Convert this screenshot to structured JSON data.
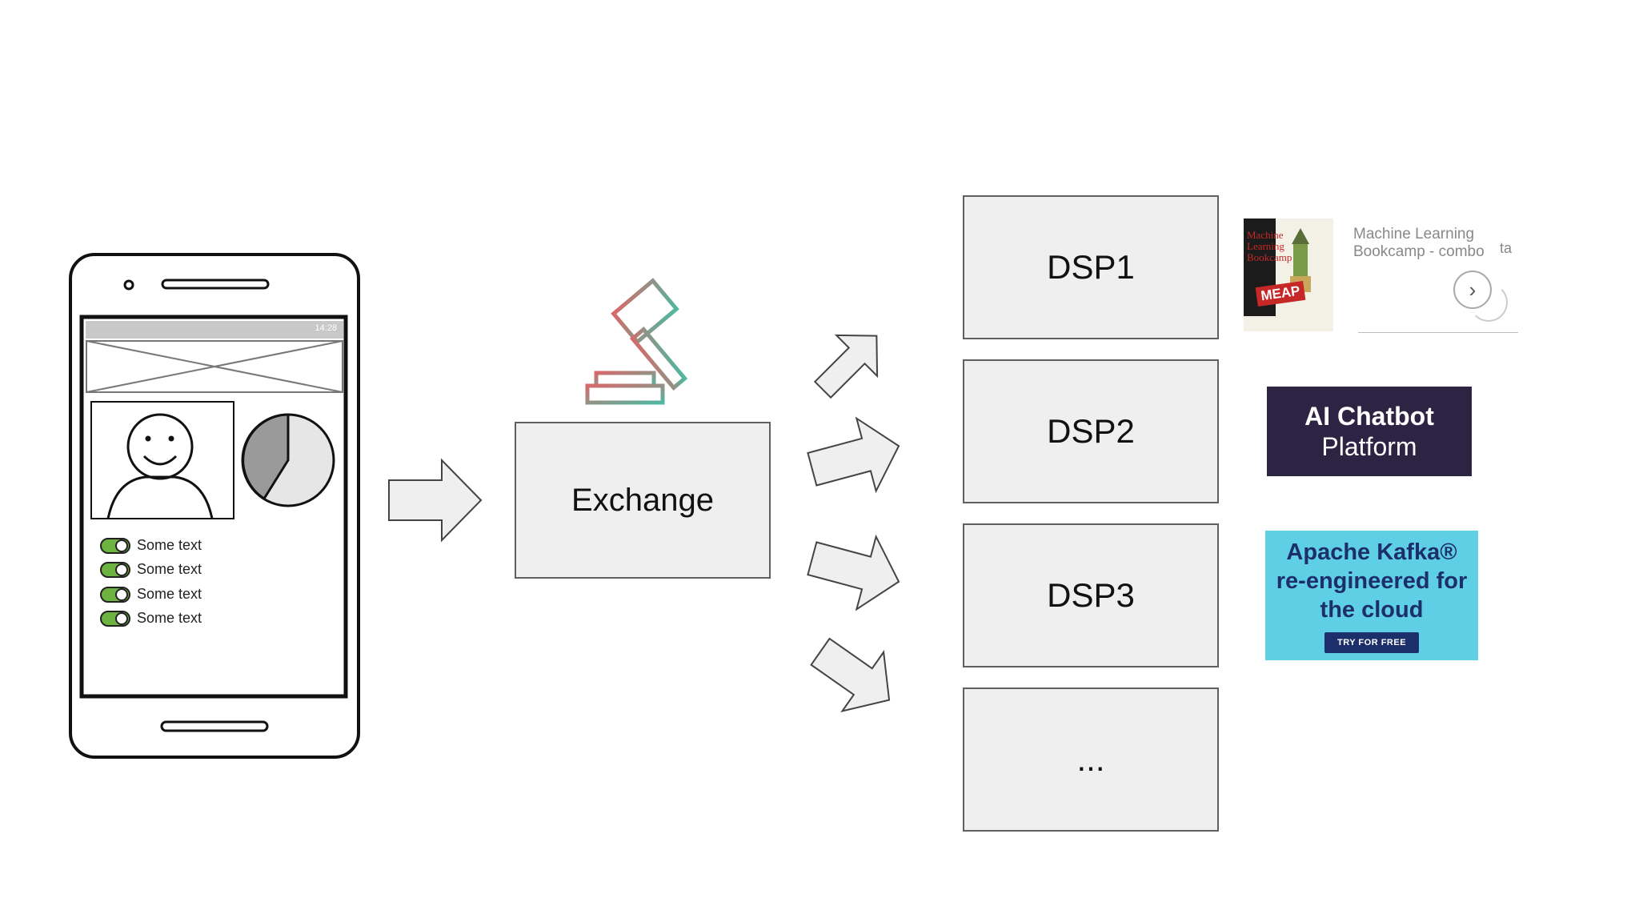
{
  "phone": {
    "status_time": "14:28",
    "toggles": [
      {
        "label": "Some text"
      },
      {
        "label": "Some text"
      },
      {
        "label": "Some text"
      },
      {
        "label": "Some text"
      }
    ]
  },
  "exchange": {
    "label": "Exchange"
  },
  "dsps": [
    {
      "label": "DSP1"
    },
    {
      "label": "DSP2"
    },
    {
      "label": "DSP3"
    },
    {
      "label": "..."
    }
  ],
  "ads": {
    "ad1": {
      "book_title": "Machine Learning Bookcamp",
      "badge": "MEAP",
      "text_line1": "Machine Learning",
      "text_line2": "Bookcamp - combo",
      "extra": "ta",
      "next_glyph": "›"
    },
    "ad2": {
      "title": "AI Chatbot",
      "subtitle": "Platform",
      "bg": "#2d2443"
    },
    "ad3": {
      "headline": "Apache Kafka®\nre-engineered for\nthe cloud",
      "cta": "TRY FOR FREE",
      "bg": "#5fcfe6",
      "text_color": "#1d2f6b"
    }
  },
  "colors": {
    "box_fill": "#efefef",
    "box_border": "#5f5f5f",
    "toggle_on": "#6db33f",
    "gavel_start": "#d66a6a",
    "gavel_end": "#4fb8a0"
  }
}
